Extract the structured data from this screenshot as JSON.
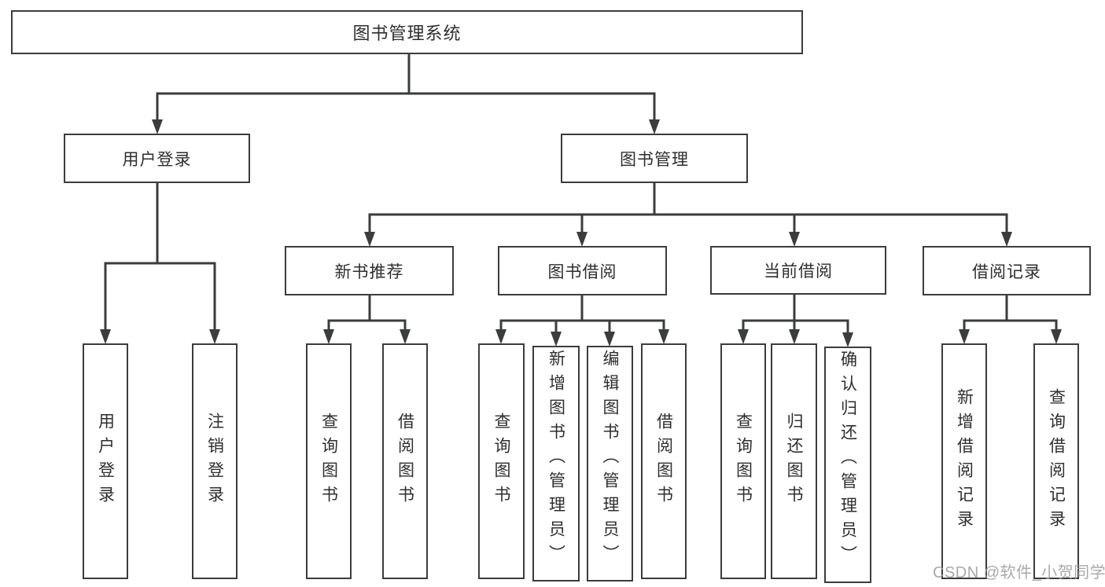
{
  "diagram_type": "hierarchy-tree",
  "tree": {
    "label": "图书管理系统",
    "children": [
      {
        "label": "用户登录",
        "children": [
          {
            "label": "用户登录"
          },
          {
            "label": "注销登录"
          }
        ]
      },
      {
        "label": "图书管理",
        "children": [
          {
            "label": "新书推荐",
            "children": [
              {
                "label": "查询图书"
              },
              {
                "label": "借阅图书"
              }
            ]
          },
          {
            "label": "图书借阅",
            "children": [
              {
                "label": "查询图书"
              },
              {
                "label": "新增图书（管理员）"
              },
              {
                "label": "编辑图书（管理员）"
              },
              {
                "label": "借阅图书"
              }
            ]
          },
          {
            "label": "当前借阅",
            "children": [
              {
                "label": "查询图书"
              },
              {
                "label": "归还图书"
              },
              {
                "label": "确认归还（管理员）"
              }
            ]
          },
          {
            "label": "借阅记录",
            "children": [
              {
                "label": "新增借阅记录"
              },
              {
                "label": "查询借阅记录"
              }
            ]
          }
        ]
      }
    ]
  },
  "watermark": {
    "text": "CSDN @软件_小贺同学"
  },
  "colors": {
    "line": "#3a3c3e",
    "text": "#2e2e2e",
    "watermark": "#9e9e9e",
    "background": "#ffffff"
  }
}
